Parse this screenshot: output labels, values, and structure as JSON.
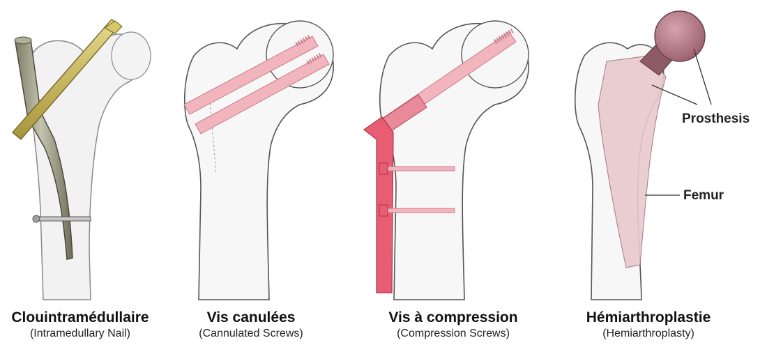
{
  "panels": [
    {
      "title": "Clouintramédullaire",
      "subtitle": "(Intramedullary Nail)"
    },
    {
      "title": "Vis canulées",
      "subtitle": "(Cannulated Screws)"
    },
    {
      "title": "Vis à compression",
      "subtitle": "(Compression Screws)"
    },
    {
      "title": "Hémiarthroplastie",
      "subtitle": "(Hemiarthroplasty)"
    }
  ],
  "callouts": {
    "prosthesis": "Prosthesis",
    "femur": "Femur"
  },
  "colors": {
    "bone_fill": "#f4f4f4",
    "bone_outline": "#555555",
    "nail": "#9a9a84",
    "blade": "#c9b652",
    "implant_pink": "#f2b5bd",
    "implant_red": "#e85d74",
    "prosthesis_head": "#b57c8a",
    "stem": "#e8c9cd"
  }
}
